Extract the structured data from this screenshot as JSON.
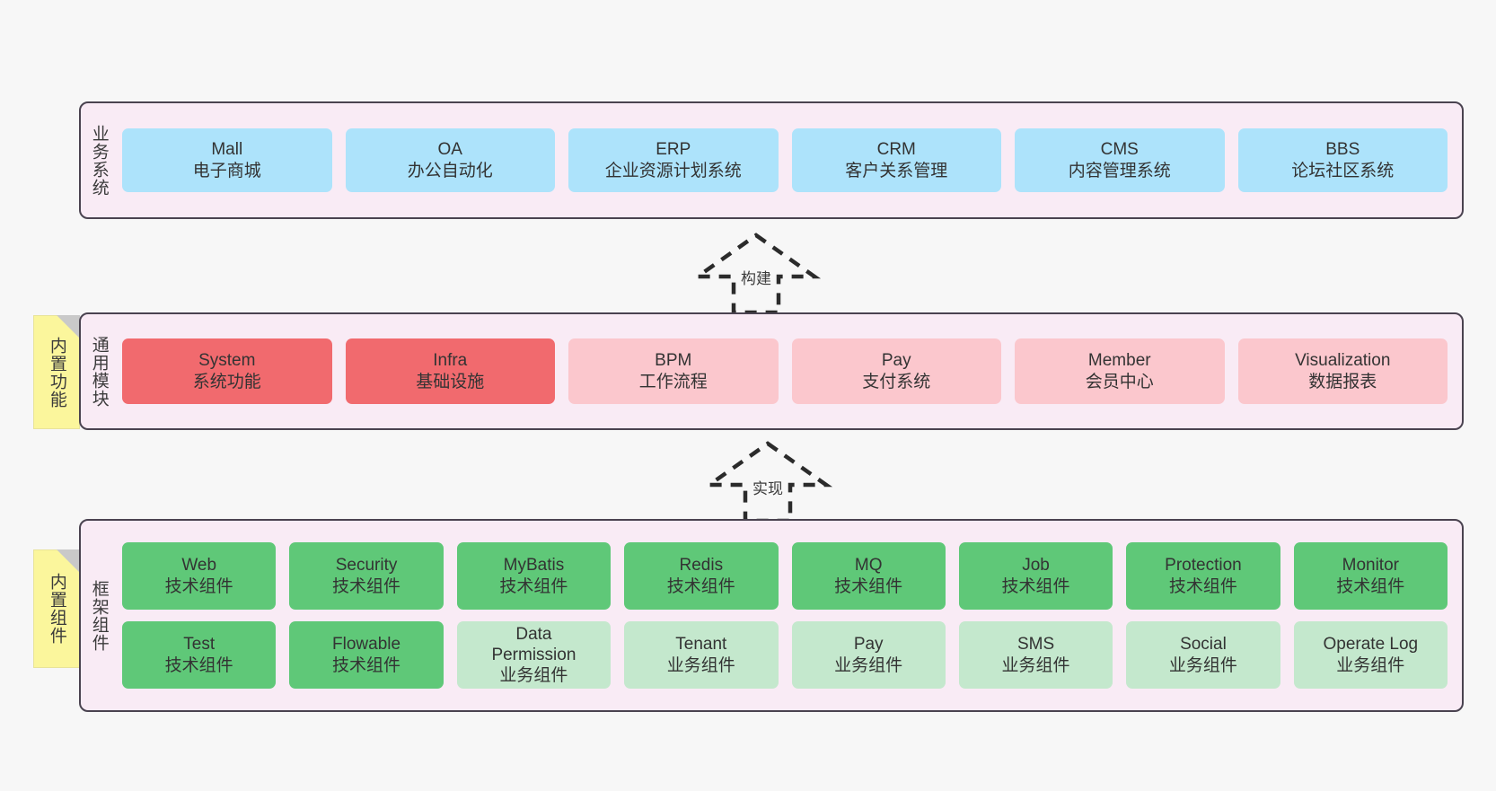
{
  "diagram": {
    "title_hidden": "",
    "colors": {
      "canvas": "#f7f7f7",
      "layer_fill": "#f9ebf5",
      "layer_border": "#4a4350",
      "business_cell": "#ade3fb",
      "common_cell_strong": "#f16a6e",
      "common_cell_soft": "#fbc7cd",
      "framework_cell_tech": "#5fc878",
      "framework_cell_biz": "#c4e8cd",
      "note_fill": "#fbf69c",
      "note_fold": "#c9c9c9"
    },
    "layers": [
      {
        "id": "business",
        "title": "业务系统",
        "note": null,
        "rows": [
          {
            "cells": [
              {
                "en": "Mall",
                "cn": "电子商城",
                "style": "c-blue"
              },
              {
                "en": "OA",
                "cn": "办公自动化",
                "style": "c-blue"
              },
              {
                "en": "ERP",
                "cn": "企业资源计划系统",
                "style": "c-blue"
              },
              {
                "en": "CRM",
                "cn": "客户关系管理",
                "style": "c-blue"
              },
              {
                "en": "CMS",
                "cn": "内容管理系统",
                "style": "c-blue"
              },
              {
                "en": "BBS",
                "cn": "论坛社区系统",
                "style": "c-blue"
              }
            ]
          }
        ]
      },
      {
        "id": "common",
        "title": "通用模块",
        "note": "内置功能",
        "rows": [
          {
            "cells": [
              {
                "en": "System",
                "cn": "系统功能",
                "style": "c-red"
              },
              {
                "en": "Infra",
                "cn": "基础设施",
                "style": "c-red"
              },
              {
                "en": "BPM",
                "cn": "工作流程",
                "style": "c-pink"
              },
              {
                "en": "Pay",
                "cn": "支付系统",
                "style": "c-pink"
              },
              {
                "en": "Member",
                "cn": "会员中心",
                "style": "c-pink"
              },
              {
                "en": "Visualization",
                "cn": "数据报表",
                "style": "c-pink"
              }
            ]
          }
        ]
      },
      {
        "id": "framework",
        "title": "框架组件",
        "note": "内置组件",
        "rows": [
          {
            "cells": [
              {
                "en": "Web",
                "cn": "技术组件",
                "style": "c-green"
              },
              {
                "en": "Security",
                "cn": "技术组件",
                "style": "c-green"
              },
              {
                "en": "MyBatis",
                "cn": "技术组件",
                "style": "c-green"
              },
              {
                "en": "Redis",
                "cn": "技术组件",
                "style": "c-green"
              },
              {
                "en": "MQ",
                "cn": "技术组件",
                "style": "c-green"
              },
              {
                "en": "Job",
                "cn": "技术组件",
                "style": "c-green"
              },
              {
                "en": "Protection",
                "cn": "技术组件",
                "style": "c-green"
              },
              {
                "en": "Monitor",
                "cn": "技术组件",
                "style": "c-green"
              }
            ]
          },
          {
            "cells": [
              {
                "en": "Test",
                "cn": "技术组件",
                "style": "c-green"
              },
              {
                "en": "Flowable",
                "cn": "技术组件",
                "style": "c-green"
              },
              {
                "en": "Data\nPermission",
                "cn": "业务组件",
                "style": "c-green-light"
              },
              {
                "en": "Tenant",
                "cn": "业务组件",
                "style": "c-green-light"
              },
              {
                "en": "Pay",
                "cn": "业务组件",
                "style": "c-green-light"
              },
              {
                "en": "SMS",
                "cn": "业务组件",
                "style": "c-green-light"
              },
              {
                "en": "Social",
                "cn": "业务组件",
                "style": "c-green-light"
              },
              {
                "en": "Operate Log",
                "cn": "业务组件",
                "style": "c-green-light"
              }
            ]
          }
        ]
      }
    ],
    "connectors": [
      {
        "id": "build",
        "label": "构建"
      },
      {
        "id": "implement",
        "label": "实现"
      }
    ]
  }
}
